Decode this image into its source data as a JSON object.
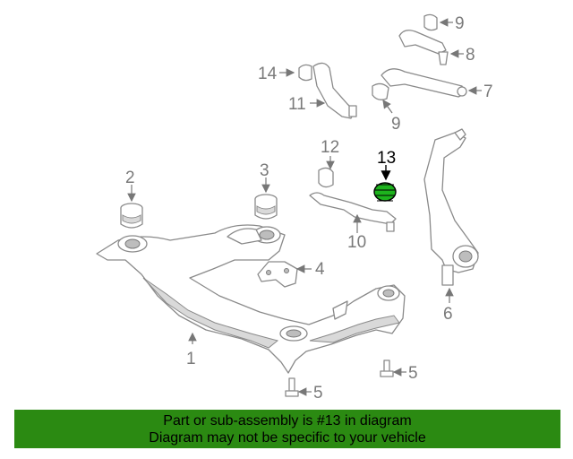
{
  "callouts": {
    "c1": "1",
    "c2": "2",
    "c3": "3",
    "c4": "4",
    "c5a": "5",
    "c5b": "5",
    "c6": "6",
    "c7": "7",
    "c8": "8",
    "c9a": "9",
    "c9b": "9",
    "c10": "10",
    "c11": "11",
    "c12": "12",
    "c13": "13",
    "c14": "14"
  },
  "highlighted_part": "13",
  "banner": {
    "line1": "Part or sub-assembly is #13 in diagram",
    "line2": "Diagram may not be specific to your vehicle"
  },
  "colors": {
    "banner_bg": "#2b8a12",
    "highlight_part": "#1db31d",
    "line_art": "#8a8a8a"
  }
}
